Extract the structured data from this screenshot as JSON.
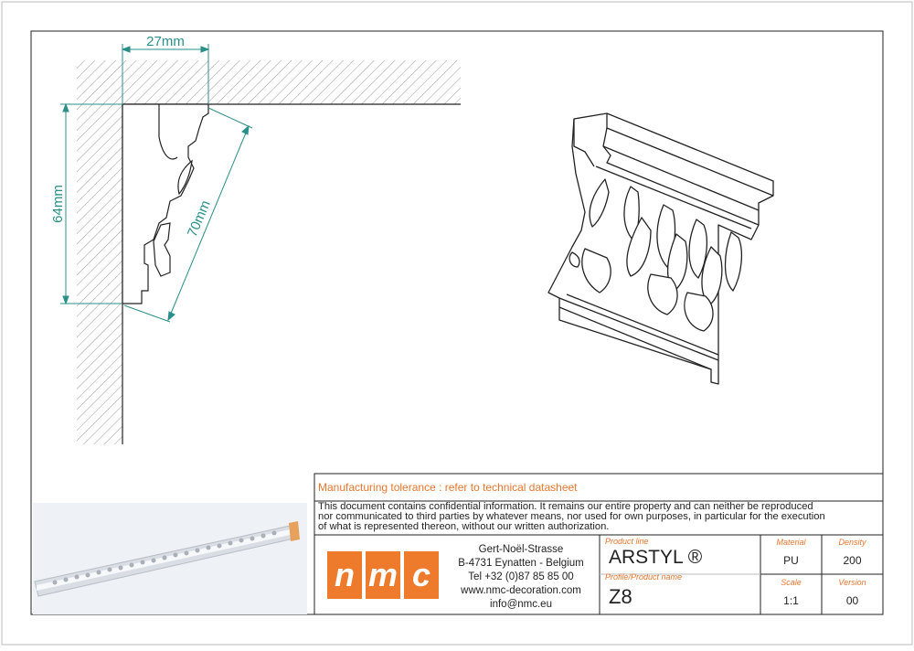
{
  "dimensions": {
    "width_label": "27mm",
    "height_label": "64mm",
    "diagonal_label": "70mm"
  },
  "titleblock": {
    "tolerance": "Manufacturing tolerance : refer to technical datasheet",
    "confidential": [
      "This document contains confidential information. It remains our entire property and can neither be reproduced",
      "nor communicated to third parties by whatever means, nor used for own purposes, in particular for the execution",
      "of what is represented thereon, without our written authorization."
    ],
    "logo_letters": [
      "n",
      "m",
      "c"
    ],
    "address": [
      "Gert-Noël-Strasse",
      "B-4731 Eynatten - Belgium",
      "Tel +32 (0)87 85 85 00",
      "www.nmc-decoration.com",
      "info@nmc.eu"
    ],
    "product_line_caption": "Product line",
    "product_line": "ARSTYL ®",
    "profile_caption": "Profile/Product name",
    "profile_name": "Z8",
    "material_caption": "Material",
    "material": "PU",
    "density_caption": "Density",
    "density": "200",
    "scale_caption": "Scale",
    "scale": "1:1",
    "version_caption": "Version",
    "version": "00"
  },
  "colors": {
    "dimension": "#2a8f89",
    "accent": "#e8772e",
    "line": "#222222"
  }
}
